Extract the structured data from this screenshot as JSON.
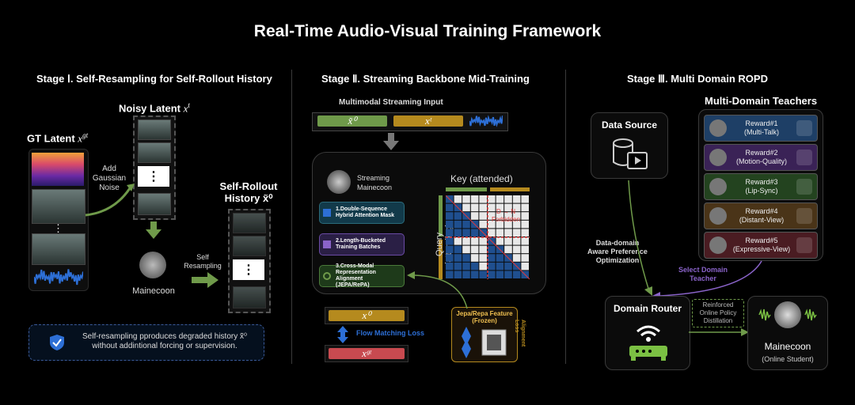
{
  "title": "Real-Time Audio-Visual Training Framework",
  "stage1": {
    "title": "Stage Ⅰ. Self-Resampling for Self-Rollout History",
    "gt_latent": "GT Latent",
    "gt_sym": "x",
    "gt_sup": "gt",
    "noisy_latent": "Noisy Latent",
    "noisy_sym": "x",
    "noisy_sup": "t",
    "add_noise": "Add\nGaussian\nNoise",
    "self_resampling": "Self\nResampling",
    "model": "Mainecoon",
    "self_rollout": "Self-Rollout\nHistory x̃⁰",
    "note": "Self-resampling pproduces degraded history x̃⁰\nwithout addintional forcing or supervision.",
    "dots": "⋮"
  },
  "stage2": {
    "title": "Stage Ⅱ. Streaming Backbone Mid-Training",
    "input_label": "Multimodal Streaming Input",
    "bar1": "x̃⁰",
    "bar2": "xᵗ",
    "backbone": "Streaming\nMainecoon",
    "key_label": "Key (attended)",
    "query_label": "Query (attending)",
    "forbidden": "D → N\nForbidden",
    "module1": "1.Double-Sequence\nHybrid Attention Mask",
    "module2": "2.Length-Bucketed\nTraining Batches",
    "module3": "3.Cross-Modal\nRepresentation Alignment\n(JEPA/RePA)",
    "x0": "x⁰",
    "xgt": "xᵍᵗ",
    "flow_loss": "Flow Matching Loss",
    "feature": "Jepa/Repa Feature\n(Frozen)",
    "align_loss": "Alignment\nLoss"
  },
  "stage3": {
    "title": "Stage Ⅲ. Multi Domain ROPD",
    "teachers_title": "Multi-Domain Teachers",
    "data_source": "Data Source",
    "dapo": "Data-domain\nAware Preference\nOptimization",
    "select": "Select Domain\nTeacher",
    "router": "Domain Router",
    "ropd": "Reinforced\nOnline Policy\nDistillation",
    "student": "Mainecoon",
    "student_sub": "(Online Student)",
    "rewards": [
      {
        "name": "Reward#1",
        "desc": "(Multi-Talk)",
        "color": "#1e3f66"
      },
      {
        "name": "Reward#2",
        "desc": "(Motion-Quality)",
        "color": "#3a2256"
      },
      {
        "name": "Reward#3",
        "desc": "(Lip-Sync)",
        "color": "#23431f"
      },
      {
        "name": "Reward#4",
        "desc": "(Distant-View)",
        "color": "#4a3418"
      },
      {
        "name": "Reward#5",
        "desc": "(Expressive-View)",
        "color": "#4a1c22"
      }
    ]
  },
  "colors": {
    "green": "#6f9a4a",
    "gold": "#b58a1e",
    "blue": "#2d6fd6",
    "purple": "#8a63c9",
    "red": "#c84a50",
    "wifi_green": "#7bc043"
  }
}
